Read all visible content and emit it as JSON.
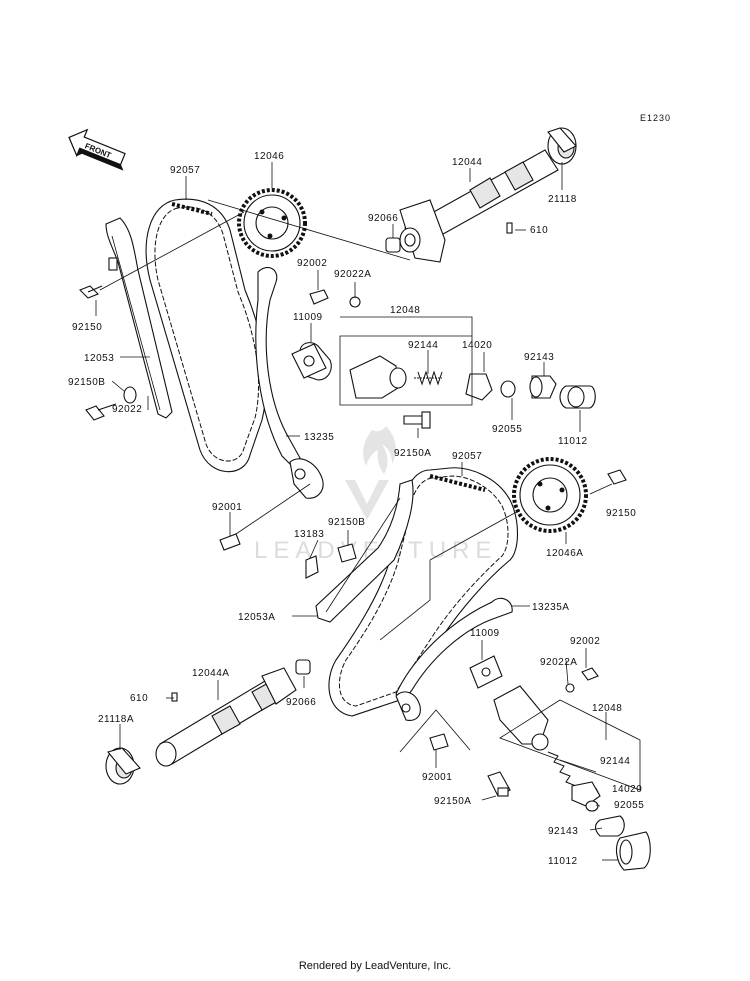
{
  "diagram_code": "E1230",
  "front_label": "FRONT",
  "watermark": "LEADVENTURE",
  "footer": "Rendered by LeadVenture, Inc.",
  "labels": {
    "l92057a": "92057",
    "l12046": "12046",
    "l12044": "12044",
    "l21118": "21118",
    "l92066a": "92066",
    "l610a": "610",
    "l92002a": "92002",
    "l92022Aa": "92022A",
    "l11009a": "11009",
    "l92150a": "92150",
    "l12053": "12053",
    "l92150Ba": "92150B",
    "l92022": "92022",
    "l12048a": "12048",
    "l92144a": "92144",
    "l14020a": "14020",
    "l92143a": "92143",
    "l92055a": "92055",
    "l11012a": "11012",
    "l13235": "13235",
    "l92150Aa": "92150A",
    "l92057b": "92057",
    "l92150b": "92150",
    "l12046A": "12046A",
    "l92001a": "92001",
    "l92150Bb": "92150B",
    "l13183": "13183",
    "l12053A": "12053A",
    "l13235A": "13235A",
    "l11009b": "11009",
    "l92002b": "92002",
    "l92022Ab": "92022A",
    "l12048b": "12048",
    "l12044A": "12044A",
    "l610b": "610",
    "l92066b": "92066",
    "l21118A": "21118A",
    "l92144b": "92144",
    "l14020b": "14020",
    "l92055b": "92055",
    "l92001b": "92001",
    "l92150Ab": "92150A",
    "l92143b": "92143",
    "l11012b": "11012"
  }
}
